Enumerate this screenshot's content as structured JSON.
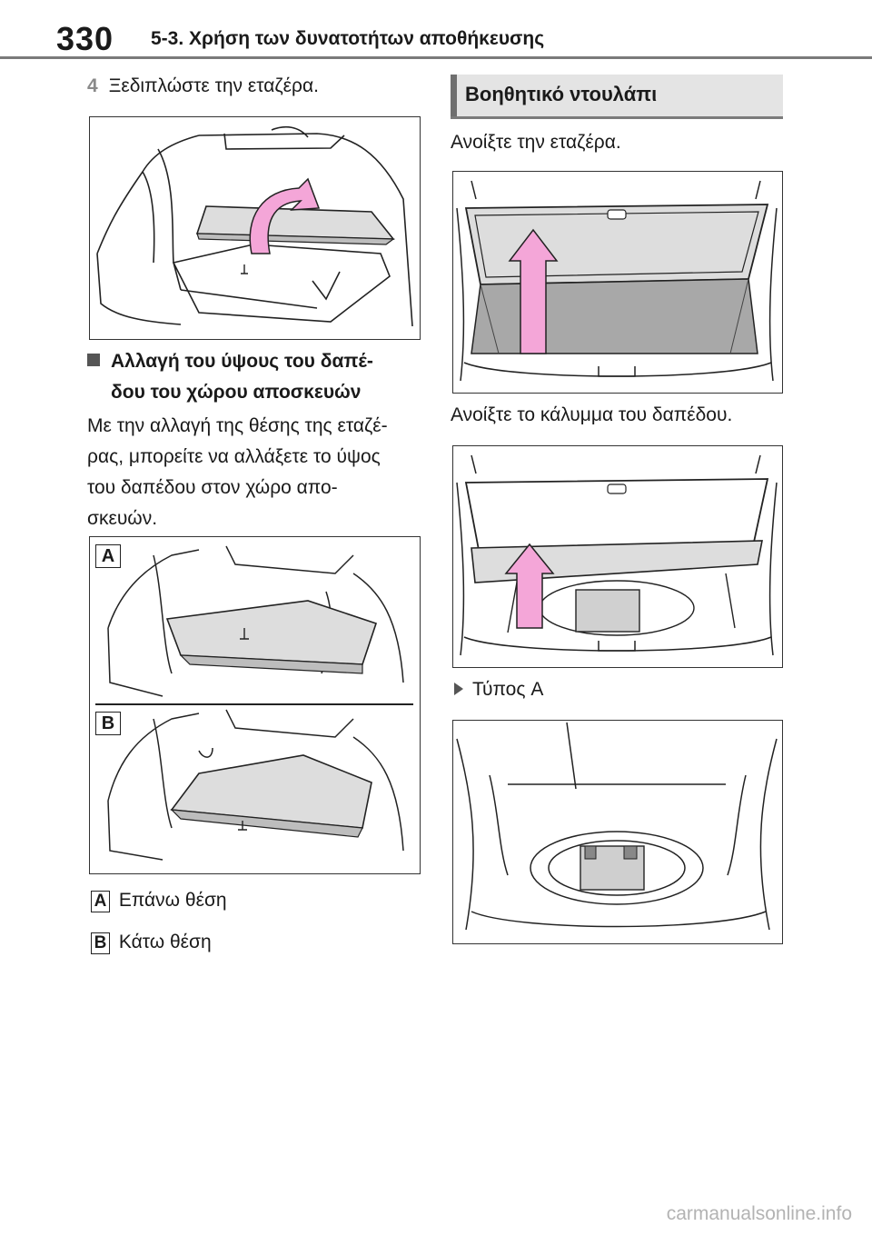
{
  "header": {
    "page_number": "330",
    "section_title": "5-3. Χρήση των δυνατοτήτων αποθήκευσης"
  },
  "left": {
    "step_number": "4",
    "step_text": "Ξεδιπλώστε την εταζέρα.",
    "subheading_line1": "Αλλαγή του ύψους του δαπέ-",
    "subheading_line2": "δου του χώρου αποσκευών",
    "paragraph_lines": [
      "Με την αλλαγή της θέσης της εταζέ-",
      "ρας, μπορείτε να αλλάξετε το ύψος",
      "του δαπέδου στον χώρο απο-",
      "σκευών."
    ],
    "fig_label_a": "A",
    "fig_label_b": "B",
    "legend_a_label": "A",
    "legend_a_text": "Επάνω θέση",
    "legend_b_label": "B",
    "legend_b_text": "Κάτω θέση"
  },
  "right": {
    "banner_title": "Βοηθητικό ντουλάπι",
    "text1": "Ανοίξτε την εταζέρα.",
    "text2": "Ανοίξτε το κάλυμμα του δαπέδου.",
    "type_label": "Τύπος A"
  },
  "colors": {
    "arrow_pink": "#f4a6d8",
    "panel_gray": "#dddddd",
    "floor_gray": "#a8a8a8",
    "rule_gray": "#7b7b7b"
  },
  "footer": {
    "watermark": "carmanualsonline.info"
  }
}
